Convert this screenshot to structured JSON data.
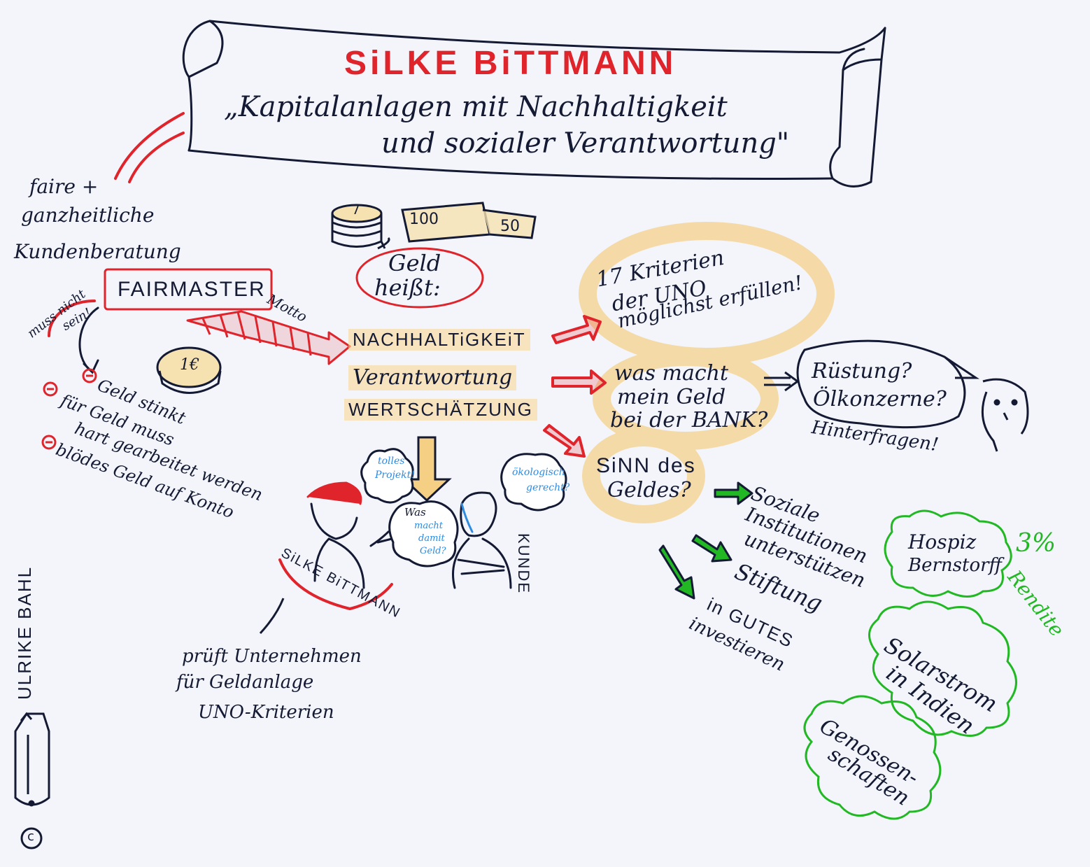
{
  "title": {
    "speaker": "SiLKE BiTTMANN",
    "talk_line1": "„Kapitalanlagen mit Nachhaltigkeit",
    "talk_line2": "und sozialer Verantwortung\""
  },
  "left": {
    "advice": [
      "faire +",
      "ganzheitliche",
      "Kundenberatung"
    ],
    "fairmaster": "FAIRMASTER",
    "motto": "Motto",
    "muss_nicht": "muss nicht",
    "sein": "sein!",
    "coin": "1€",
    "minus_items": [
      "Geld stinkt",
      "für Geld muss",
      "hart gearbeitet werden",
      "blödes Geld auf Konto"
    ],
    "pruefung": [
      "prüft Unternehmen",
      "für Geldanlage",
      "UNO-Kriterien"
    ]
  },
  "money": {
    "coin_stack": "7",
    "note_100": "100",
    "note_50": "50",
    "geld_heisst": [
      "Geld",
      "heißt:"
    ]
  },
  "values": [
    "NACHHALTiGKEiT",
    "Verantwortung",
    "WERTSCHÄTZUNG"
  ],
  "right": {
    "kriterien": [
      "17 Kriterien",
      "der UNO",
      "möglichst erfüllen!"
    ],
    "bank": [
      "was macht",
      "mein Geld",
      "bei der BANK?"
    ],
    "sinn": [
      "SiNN des",
      "Geldes?"
    ],
    "ruestung": [
      "Rüstung?",
      "Ölkonzerne?"
    ],
    "hinterfragen": "Hinterfragen!",
    "soziale": [
      "Soziale",
      "Institutionen",
      "unterstützen"
    ],
    "stiftung": "Stiftung",
    "gutes": [
      "in GUTES",
      "investieren"
    ],
    "hospiz": [
      "Hospiz",
      "Bernstorff"
    ],
    "rendite": [
      "3%",
      "Rendite"
    ],
    "solar": [
      "Solarstrom",
      "in Indien"
    ],
    "genossen": [
      "Genossen-",
      "schaften"
    ]
  },
  "scene": {
    "bubble_left": [
      "tolles",
      "Projekt!"
    ],
    "bubble_mid": [
      "Was",
      "macht",
      "damit",
      "Geld?"
    ],
    "bubble_right": [
      "ökologisch",
      "gerecht?"
    ],
    "silke_label": "SiLKE BiTTMANN",
    "kunde_label": "KUNDE"
  },
  "credit": {
    "artist": "ULRIKE BAHL",
    "copyright": "c"
  },
  "colors": {
    "ink": "#141a33",
    "red": "#e0242c",
    "green": "#22b824",
    "blue": "#2f8be0",
    "highlight": "#f5cf84",
    "paper": "#f3f5fb"
  }
}
